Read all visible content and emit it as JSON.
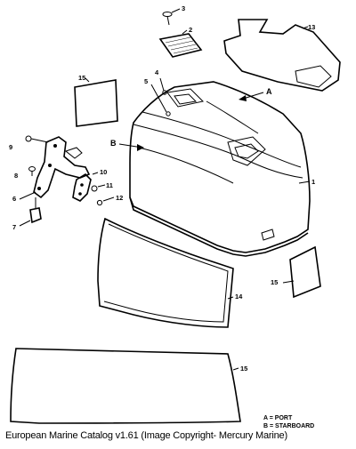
{
  "callouts": {
    "c1": "1",
    "c2": "2",
    "c3": "3",
    "c4": "4",
    "c5": "5",
    "c6": "6",
    "c7": "7",
    "c8": "8",
    "c9": "9",
    "c10": "10",
    "c11": "11",
    "c12": "12",
    "c13": "13",
    "c14": "14",
    "c15a": "15",
    "c15b": "15",
    "c15c": "15"
  },
  "letters": {
    "a": "A",
    "b": "B"
  },
  "legend": {
    "port": "A = PORT",
    "starboard": "B = STARBOARD"
  },
  "footer": "European Marine Catalog v1.61 (Image Copyright- Mercury Marine)"
}
